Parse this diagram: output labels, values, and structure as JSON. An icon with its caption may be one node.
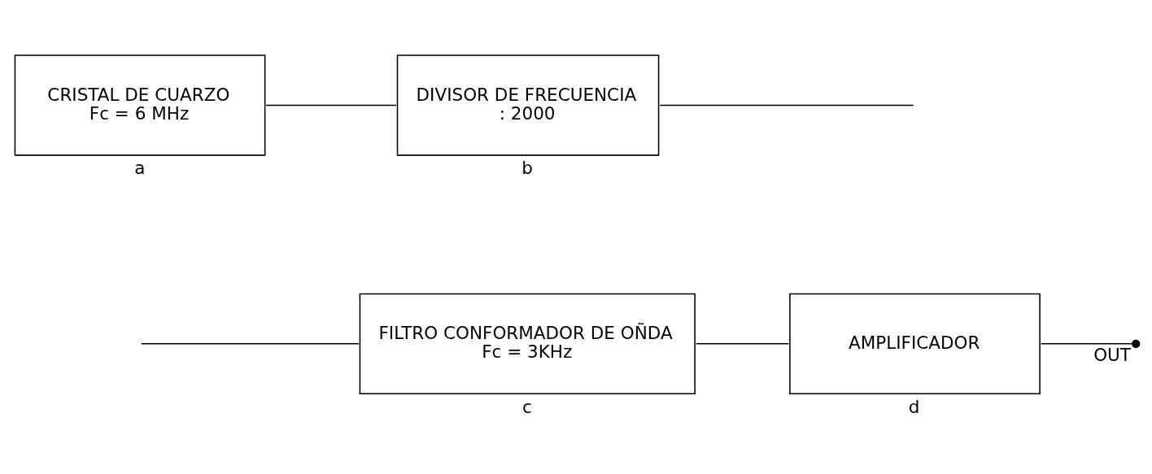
{
  "diagram": {
    "nodes": [
      {
        "text": [
          "CRISTAL DE CUARZO",
          "Fc = 6 MHz"
        ],
        "beside": [
          "a"
        ]
      },
      {
        "text": [
          "DIVISOR DE FRECUENCIA",
          ": 2000"
        ],
        "beside": [
          "b"
        ]
      },
      {
        "text": [
          "FILTRO CONFORMADOR DE OÑDA",
          "Fc = 3KHz"
        ],
        "beside": [
          "c"
        ]
      },
      {
        "text": [
          "AMPLIFICADOR"
        ],
        "beside": [
          "d"
        ]
      },
      {
        "text": [
          "OUT"
        ]
      }
    ],
    "edges": [
      {
        "from": 0,
        "to": 1,
        "arrow": "none"
      },
      {
        "from": 1,
        "to": null,
        "arrow": "none"
      },
      {
        "from": null,
        "to": 2,
        "arrow": "none"
      },
      {
        "from": 2,
        "to": 3,
        "arrow": "none"
      },
      {
        "from": 3,
        "to": 4,
        "arrow": "none"
      }
    ]
  }
}
